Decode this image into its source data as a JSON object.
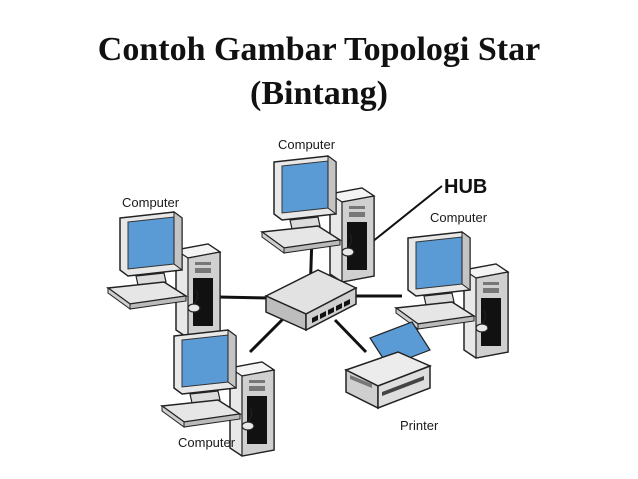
{
  "title": {
    "line1": "Contoh Gambar Topologi Star",
    "line2": "(Bintang)"
  },
  "diagram": {
    "hub_label": "HUB",
    "labels": {
      "computer_top": "Computer",
      "computer_left": "Computer",
      "computer_right": "Computer",
      "computer_bottom": "Computer",
      "printer": "Printer"
    },
    "colors": {
      "screen": "#5b9bd5",
      "device_body": "#e8e8e8",
      "device_shade": "#bdbdbd",
      "outline": "#222222",
      "cable": "#111111"
    }
  }
}
